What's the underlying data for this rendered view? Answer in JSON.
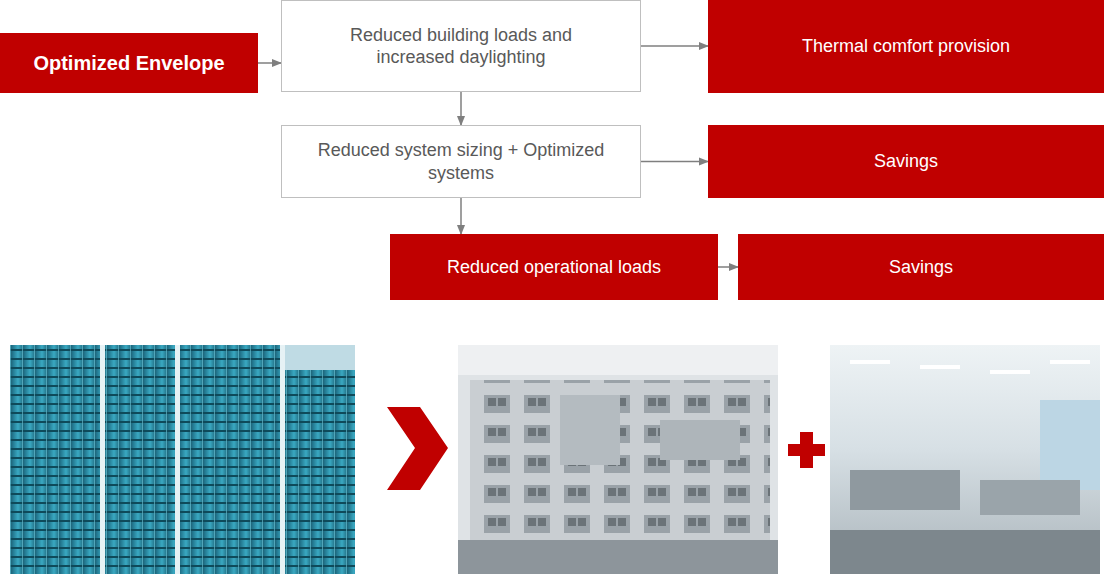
{
  "diagram": {
    "nodes": [
      {
        "text": [
          "Optimized Envelope"
        ]
      },
      {
        "text": [
          "Reduced building loads and increased daylighting"
        ]
      },
      {
        "text": [
          "Thermal comfort provision"
        ]
      },
      {
        "text": [
          "Reduced system sizing + Optimized systems"
        ]
      },
      {
        "text": [
          "Savings"
        ]
      },
      {
        "text": [
          "Reduced operational loads"
        ]
      },
      {
        "text": [
          "Savings"
        ]
      }
    ],
    "edges": [
      {
        "from": 0,
        "to": 1,
        "arrow": "to"
      },
      {
        "from": 1,
        "to": 2,
        "arrow": "to"
      },
      {
        "from": 1,
        "to": 3,
        "arrow": "to"
      },
      {
        "from": 3,
        "to": 4,
        "arrow": "to"
      },
      {
        "from": 3,
        "to": 5,
        "arrow": "to"
      },
      {
        "from": 5,
        "to": 6,
        "arrow": "to"
      }
    ]
  }
}
